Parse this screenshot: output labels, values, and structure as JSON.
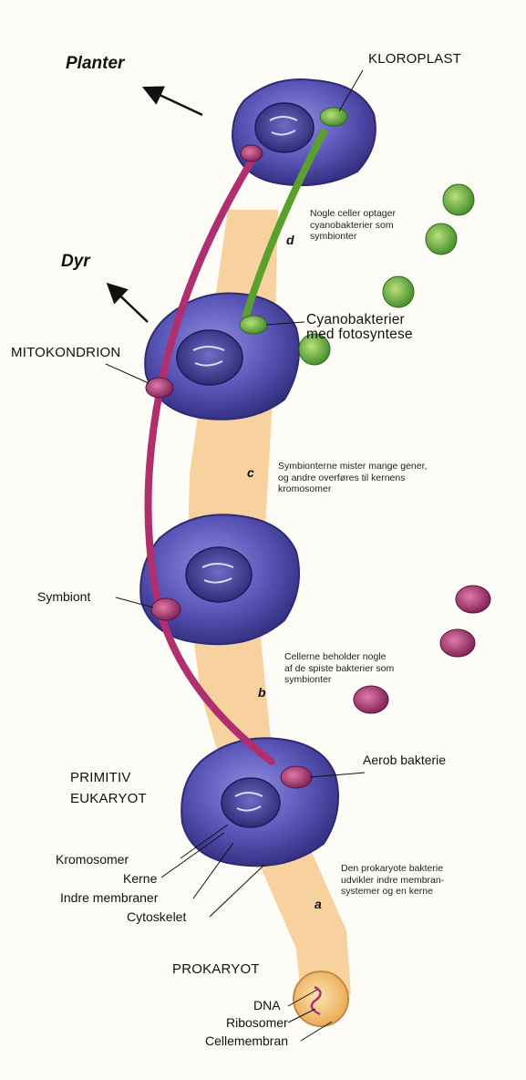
{
  "labels": {
    "planter": "Planter",
    "dyr": "Dyr",
    "kloroplast": "KLOROPLAST",
    "mitokondrion": "MITOKONDRION",
    "cyanobakterier": "Cyanobakterier",
    "med_fotosyntese": "med fotosyntese",
    "symbiont": "Symbiont",
    "aerob_bakterie": "Aerob bakterie",
    "primitiv": "PRIMITIV",
    "eukaryot": "EUKARYOT",
    "kromosomer": "Kromosomer",
    "kerne": "Kerne",
    "indre_membraner": "Indre membraner",
    "cytoskelet": "Cytoskelet",
    "prokaryot": "PROKARYOT",
    "dna": "DNA",
    "ribosomer": "Ribosomer",
    "cellemembran": "Cellemembran"
  },
  "steps": {
    "a": "a",
    "b": "b",
    "c": "c",
    "d": "d"
  },
  "captions": {
    "d": "Nogle celler optager\ncyanobakterier som\nsymbionter",
    "c": "Symbionterne mister mange gener,\nog andre overføres til kernens\nkromosomer",
    "b": "Cellerne beholder nogle\naf de spiste bakterier som\nsymbionter",
    "a": "Den prokaryote bakterie\nudvikler indre membran-\nsystemer og en kerne"
  },
  "colors": {
    "band": "#f6c98e",
    "cell": "#5a56b8",
    "cell_dark": "#2e2a78",
    "mito": "#b0306f",
    "chloro": "#5aa02c",
    "prokaryote": "#f3c676"
  }
}
